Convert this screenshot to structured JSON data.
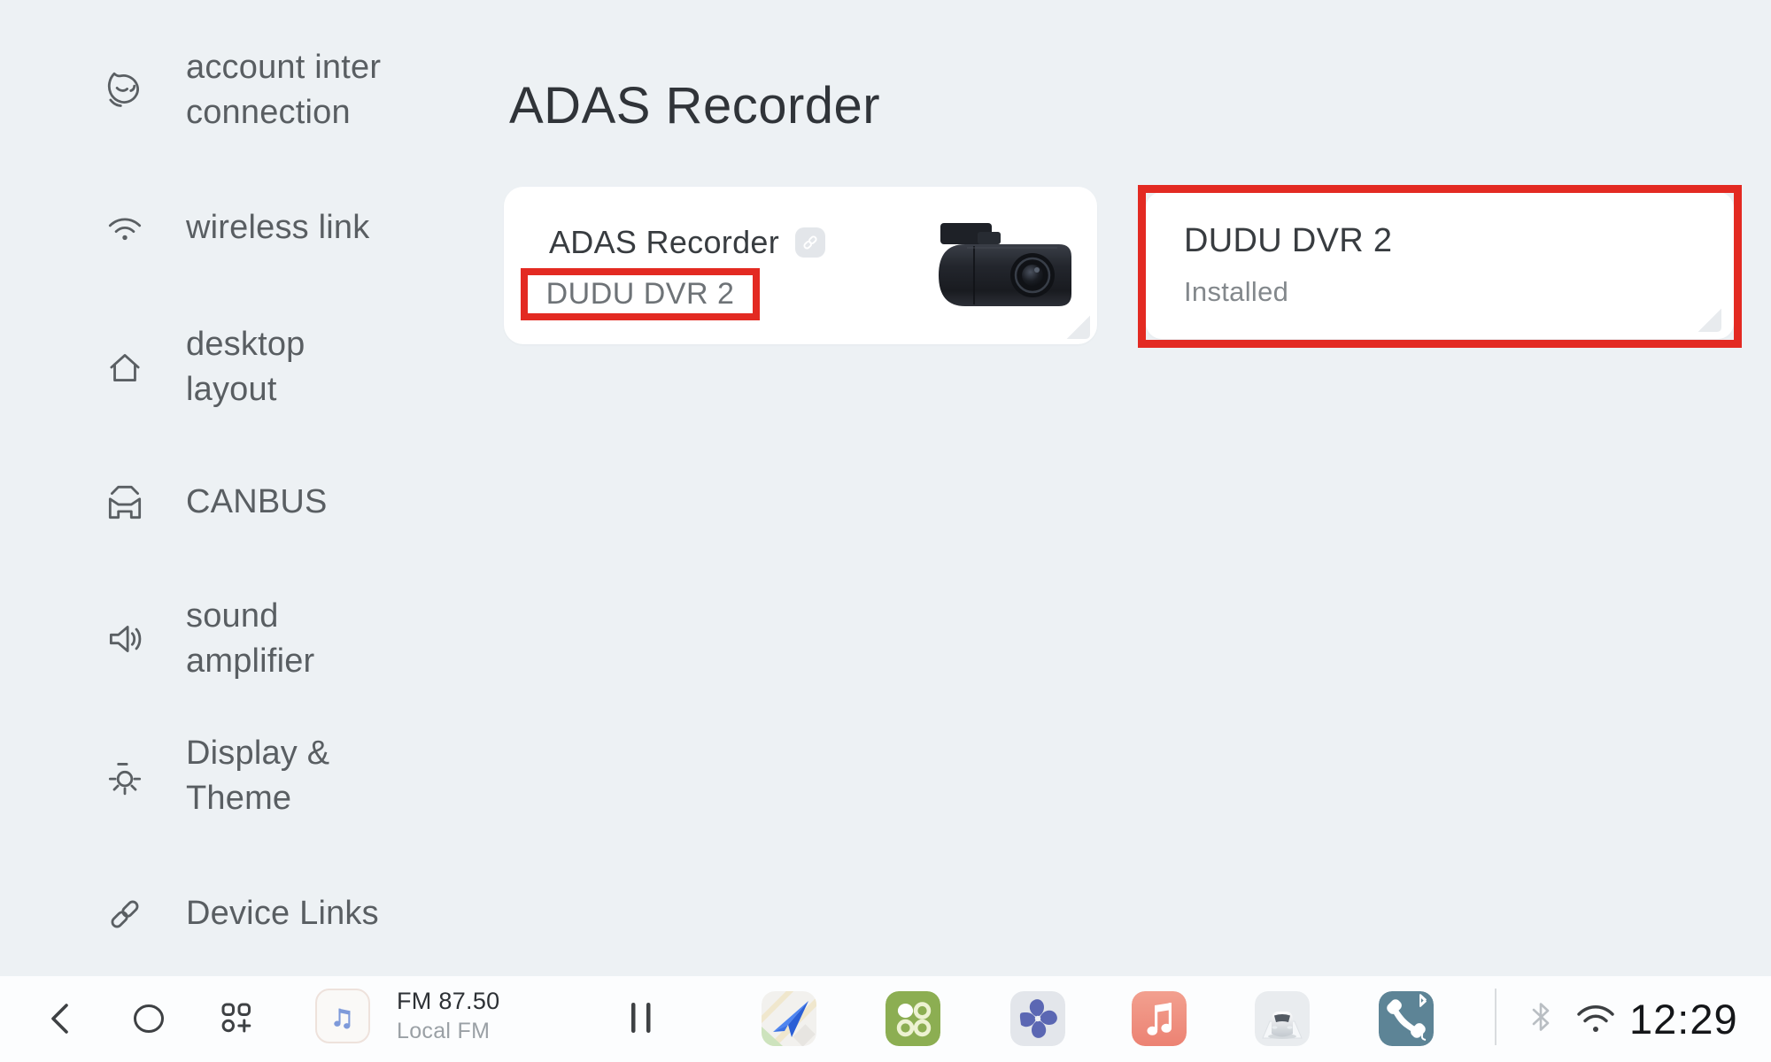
{
  "page": {
    "heading": "ADAS Recorder"
  },
  "colors": {
    "background": "#edf1f4",
    "annotation_red": "#e32a22",
    "card_white": "#ffffff",
    "accent_blue": "#3a75e8",
    "taskbar_white": "#fcfdfe"
  },
  "sidebar": {
    "items": [
      {
        "id": "account-interconnection",
        "label": "account inter connection",
        "lines": [
          "account inter",
          "connection"
        ]
      },
      {
        "id": "wireless-link",
        "label": "wireless link",
        "lines": [
          "wireless link"
        ]
      },
      {
        "id": "desktop-layout",
        "label": "desktop layout",
        "lines": [
          "desktop",
          "layout"
        ]
      },
      {
        "id": "canbus",
        "label": "CANBUS",
        "lines": [
          "CANBUS"
        ]
      },
      {
        "id": "sound-amplifier",
        "label": "sound amplifier",
        "lines": [
          "sound",
          "amplifier"
        ]
      },
      {
        "id": "display-theme",
        "label": "Display & Theme",
        "lines": [
          "Display &",
          "Theme"
        ]
      },
      {
        "id": "device-links",
        "label": "Device Links",
        "lines": [
          "Device Links"
        ]
      }
    ]
  },
  "main": {
    "heading": "ADAS Recorder",
    "device_card": {
      "title": "ADAS Recorder",
      "device_name": "DUDU DVR 2"
    },
    "status_card": {
      "title": "DUDU DVR 2",
      "status": "Installed"
    }
  },
  "taskbar": {
    "radio_station": "FM 87.50",
    "radio_name": "Local FM",
    "clock": "12:29",
    "app_icons": [
      "navigation",
      "app-launcher",
      "climate-fan",
      "music",
      "vehicle",
      "bluetooth-phone"
    ]
  }
}
